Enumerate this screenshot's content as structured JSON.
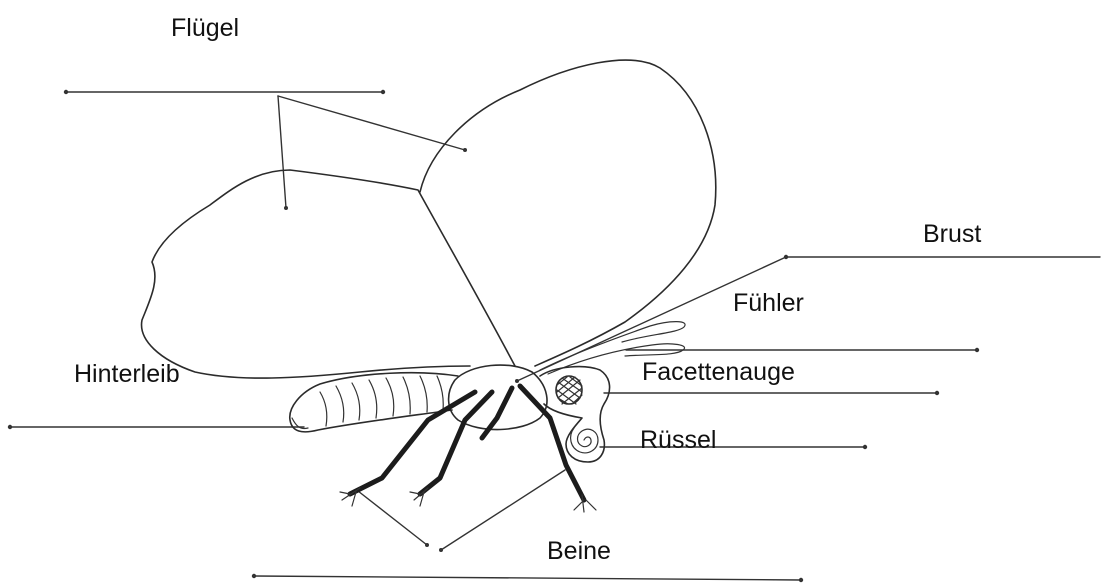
{
  "labels": {
    "fluegel": "Flügel",
    "brust": "Brust",
    "fuehler": "Fühler",
    "hinterleib": "Hinterleib",
    "facettenauge": "Facettenauge",
    "ruessel": "Rüssel",
    "beine": "Beine"
  }
}
